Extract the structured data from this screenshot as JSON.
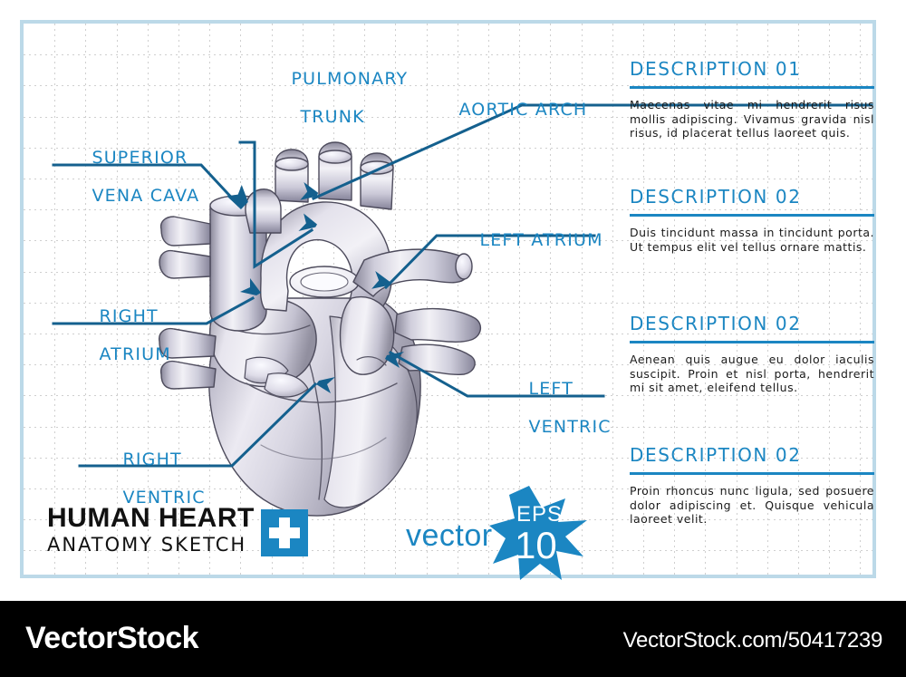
{
  "theme": {
    "accent_blue": "#1b86c2",
    "leader_blue": "#14608e",
    "frame_blue": "#bcd9e8",
    "footer_bg": "#000000",
    "heart_gray": "#cdcbd8"
  },
  "labels": [
    {
      "name": "superior-vena-cava",
      "lines": [
        "SUPERIOR",
        "VENA CAVA"
      ]
    },
    {
      "name": "pulmonary-trunk",
      "lines": [
        "PULMONARY",
        "TRUNK"
      ]
    },
    {
      "name": "aortic-arch",
      "lines": [
        "AORTIC ARCH"
      ]
    },
    {
      "name": "left-atrium",
      "lines": [
        "LEFT ATRIUM"
      ]
    },
    {
      "name": "right-atrium",
      "lines": [
        "RIGHT",
        "ATRIUM"
      ]
    },
    {
      "name": "left-ventric",
      "lines": [
        "LEFT",
        "VENTRIC"
      ]
    },
    {
      "name": "right-ventric",
      "lines": [
        "RIGHT",
        "VENTRIC"
      ]
    }
  ],
  "descriptions": [
    {
      "title": "DESCRIPTION 01",
      "body": "Maecenas vitae mi hendrerit risus mollis adipiscing. Vivamus gravida nisl risus, id placerat tellus laoreet quis."
    },
    {
      "title": "DESCRIPTION 02",
      "body": "Duis tincidunt massa in tincidunt porta. Ut tempus elit vel tellus ornare mattis."
    },
    {
      "title": "DESCRIPTION 02",
      "body": "Aenean quis augue eu dolor iaculis suscipit. Proin et nisl porta, hendrerit mi sit amet, eleifend tellus."
    },
    {
      "title": "DESCRIPTION 02",
      "body": "Proin rhoncus nunc ligula, sed posuere dolor adipiscing et. Quisque vehicula laoreet velit."
    }
  ],
  "brand": {
    "title": "HUMAN HEART",
    "subtitle": "ANATOMY SKETCH",
    "cross_icon": "medical-cross-icon"
  },
  "vector_badge": {
    "word": "vector",
    "eps_label": "EPS",
    "eps_version": "10"
  },
  "footer": {
    "brand": "VectorStock",
    "url": "VectorStock.com/50417239"
  },
  "illustration": {
    "name": "human-heart-anatomy-illustration"
  }
}
